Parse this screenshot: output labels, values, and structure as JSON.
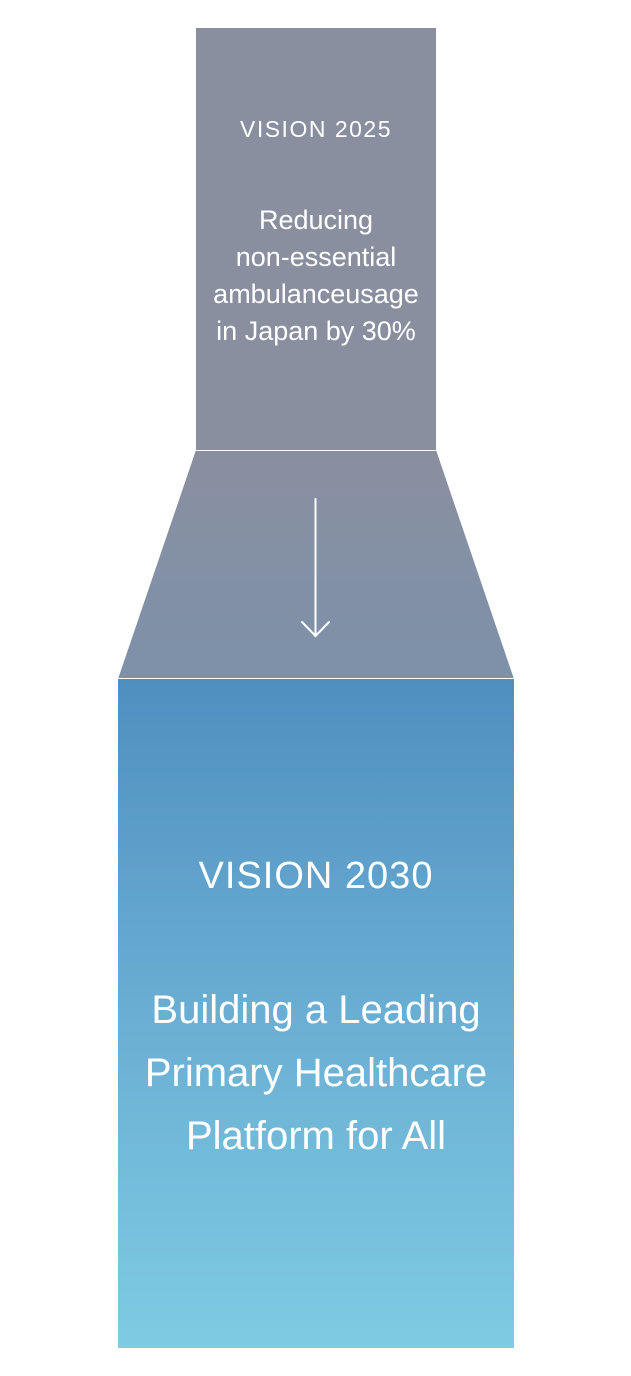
{
  "vision_2025": {
    "title": "VISION 2025",
    "lines": [
      "Reducing",
      "non-essential",
      "ambulanceusage",
      "in Japan by 30%"
    ]
  },
  "vision_2030": {
    "title": "VISION 2030",
    "lines": [
      "Building a Leading",
      "Primary Healthcare",
      "Platform for All"
    ]
  },
  "colors": {
    "top_box": "#8a8fa0",
    "bottom_gradient_top": "#4f8fc0",
    "bottom_gradient_bottom": "#7ecbe3",
    "text": "#ffffff"
  },
  "icons": {
    "connector_arrow": "arrow-down-icon"
  }
}
